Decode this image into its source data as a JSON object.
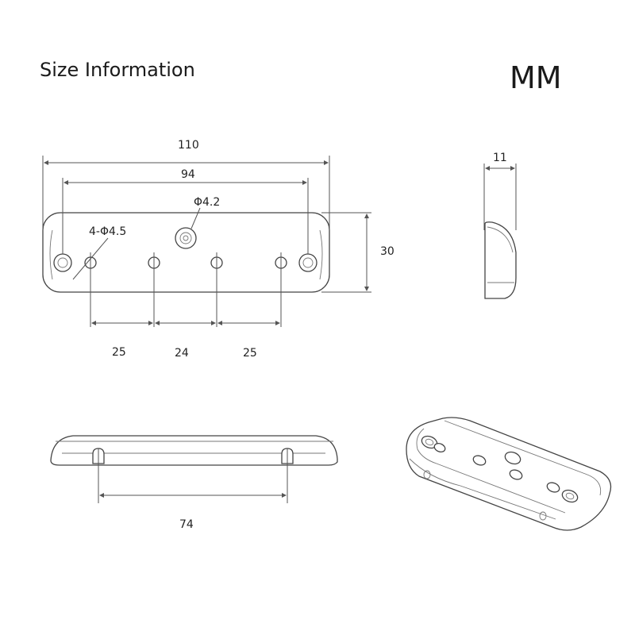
{
  "header": {
    "title": "Size Information",
    "unit": "MM"
  },
  "dimensions": {
    "overall_length": "110",
    "hole_span": "94",
    "center_hole": "Φ4.2",
    "mount_holes": "4-Φ4.5",
    "height": "30",
    "thickness": "11",
    "spacing_left": "25",
    "spacing_middle": "24",
    "spacing_right": "25",
    "bottom_span": "74"
  }
}
